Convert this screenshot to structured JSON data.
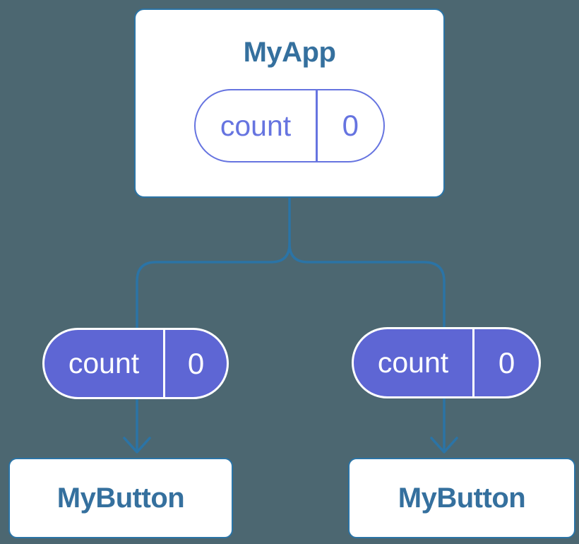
{
  "background_color": "#4c6771",
  "colors": {
    "connector_blue": "#2b74a6",
    "node_title_blue": "#35709e",
    "pill_fill_purple": "#5e66d4",
    "pill_outline_purple": "#6674e0",
    "card_background": "#ffffff"
  },
  "tree": {
    "root": {
      "title": "MyApp",
      "state_pill": {
        "label": "count",
        "value": "0"
      }
    },
    "children": [
      {
        "title": "MyButton",
        "prop_pill": {
          "label": "count",
          "value": "0"
        }
      },
      {
        "title": "MyButton",
        "prop_pill": {
          "label": "count",
          "value": "0"
        }
      }
    ]
  }
}
